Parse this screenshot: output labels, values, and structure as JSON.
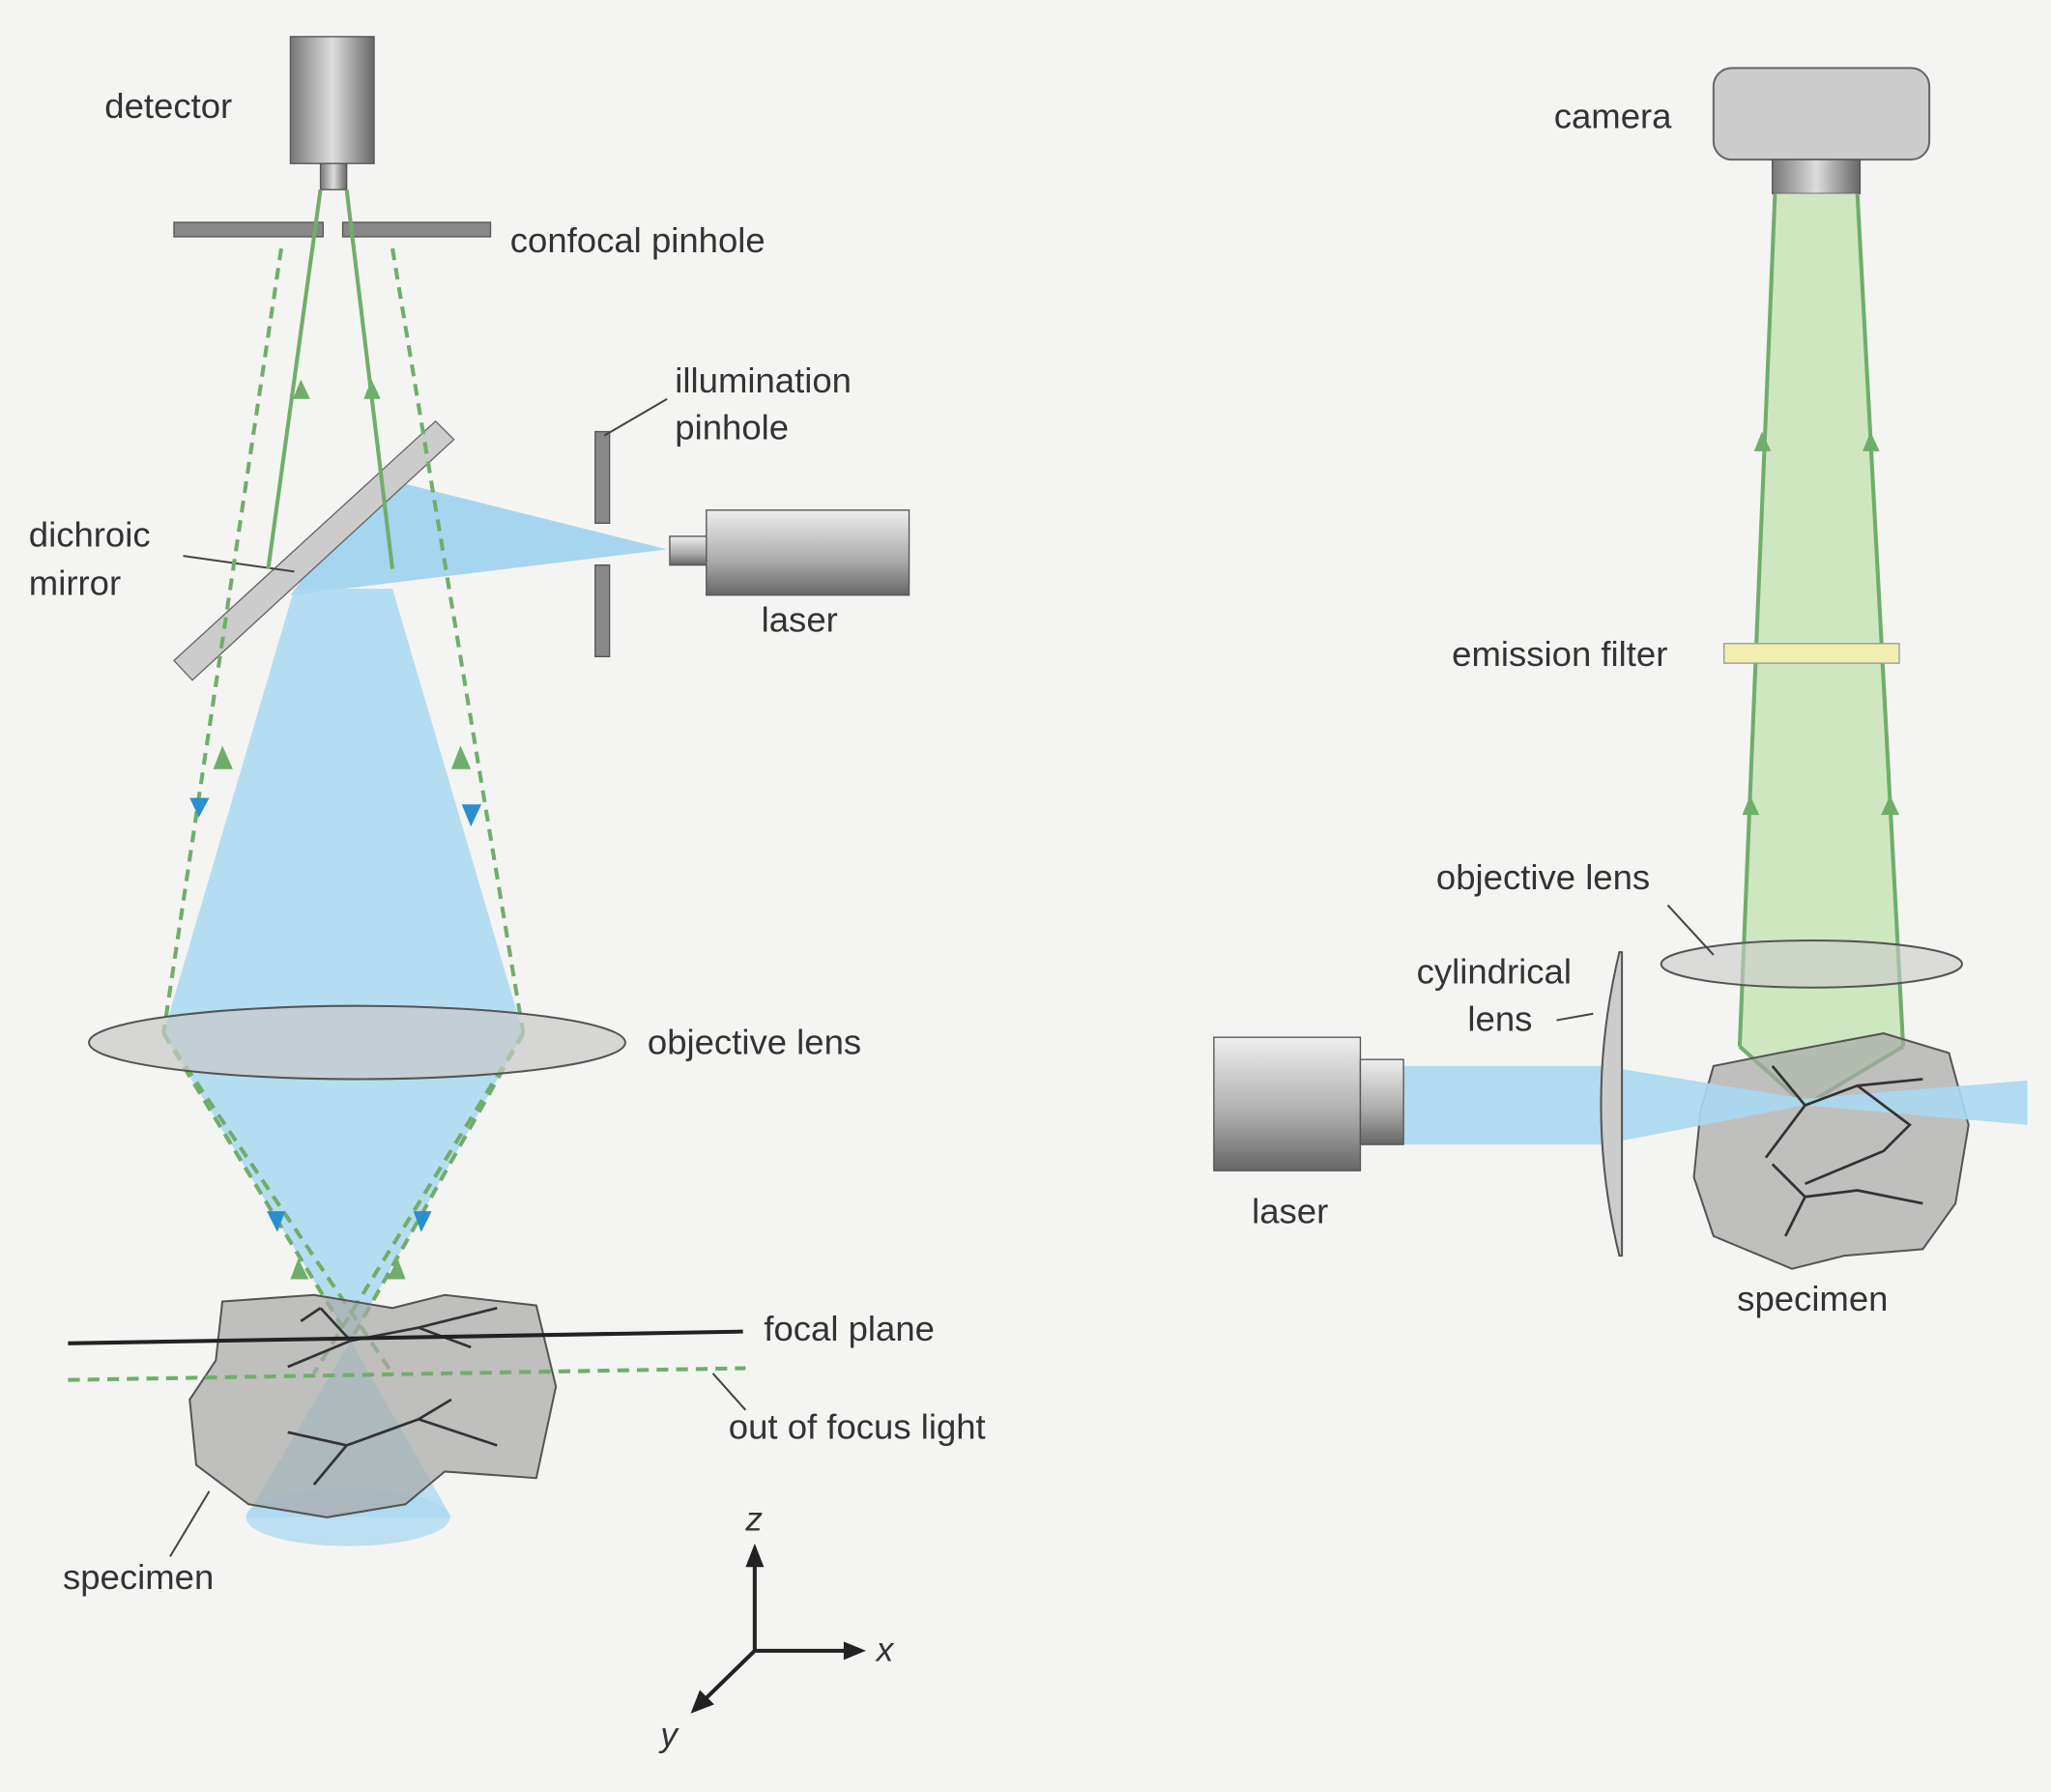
{
  "confocal": {
    "detector": "detector",
    "confocal_pinhole": "confocal pinhole",
    "illumination_pinhole_1": "illumination",
    "illumination_pinhole_2": "pinhole",
    "dichroic_mirror_1": "dichroic",
    "dichroic_mirror_2": "mirror",
    "laser": "laser",
    "objective_lens": "objective lens",
    "focal_plane": "focal plane",
    "out_of_focus_light": "out of focus light",
    "specimen": "specimen"
  },
  "axes": {
    "z": "z",
    "x": "x",
    "y": "y"
  },
  "light_sheet": {
    "camera": "camera",
    "emission_filter": "emission filter",
    "objective_lens": "objective lens",
    "cylindrical_lens_1": "cylindrical",
    "cylindrical_lens_2": "lens",
    "laser": "laser",
    "specimen": "specimen"
  },
  "colors": {
    "excitation": "#9fd3ef",
    "emission": "#6fae6a",
    "filter": "#f3eeae"
  }
}
